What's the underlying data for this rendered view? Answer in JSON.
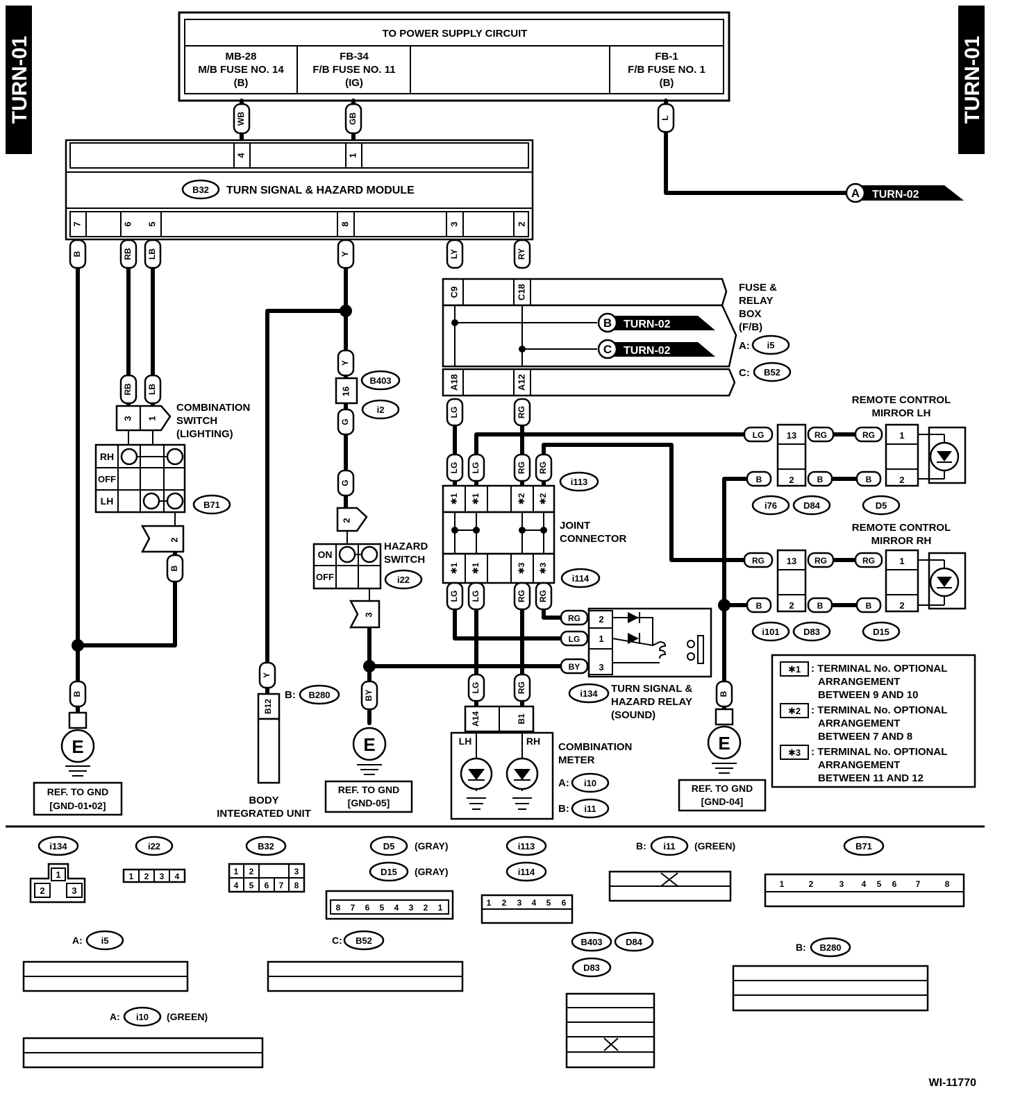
{
  "page_tags": {
    "left": "TURN-01",
    "right": "TURN-01"
  },
  "power_supply": {
    "title": "TO POWER SUPPLY CIRCUIT",
    "fuses": [
      {
        "l1": "MB-28",
        "l2": "M/B FUSE NO. 14",
        "l3": "(B)"
      },
      {
        "l1": "FB-34",
        "l2": "F/B FUSE NO. 11",
        "l3": "(IG)"
      },
      {
        "l1": "FB-1",
        "l2": "F/B FUSE NO. 1",
        "l3": "(B)"
      }
    ]
  },
  "module": {
    "code": "B32",
    "name": "TURN SIGNAL & HAZARD MODULE"
  },
  "refs": {
    "a": "A",
    "b": "B",
    "c": "C",
    "turn02": "TURN-02"
  },
  "fuse_box": {
    "l1": "FUSE &",
    "l2": "RELAY",
    "l3": "BOX",
    "l4": "(F/B)",
    "a": "A:",
    "a_code": "i5",
    "c": "C:",
    "c_code": "B52"
  },
  "comb_switch": {
    "l1": "COMBINATION",
    "l2": "SWITCH",
    "l3": "(LIGHTING)",
    "code": "B71",
    "rh": "RH",
    "off": "OFF",
    "lh": "LH"
  },
  "hazard_switch": {
    "l1": "HAZARD",
    "l2": "SWITCH",
    "code": "i22",
    "on": "ON",
    "off": "OFF"
  },
  "joint": {
    "l1": "JOINT",
    "l2": "CONNECTOR",
    "top_code": "i113",
    "bot_code": "i114"
  },
  "relay": {
    "l1": "TURN SIGNAL &",
    "l2": "HAZARD RELAY",
    "l3": "(SOUND)",
    "code": "i134"
  },
  "meter": {
    "l1": "COMBINATION",
    "l2": "METER",
    "a": "A:",
    "a_code": "i10",
    "b": "B:",
    "b_code": "i11",
    "lh": "LH",
    "rh": "RH"
  },
  "body_unit": {
    "l1": "BODY",
    "l2": "INTEGRATED UNIT",
    "b": "B:",
    "code": "B280"
  },
  "mirror_lh": {
    "l1": "REMOTE CONTROL",
    "l2": "MIRROR LH",
    "codes": [
      "i76",
      "D84",
      "D5"
    ]
  },
  "mirror_rh": {
    "l1": "REMOTE CONTROL",
    "l2": "MIRROR RH",
    "codes": [
      "i101",
      "D83",
      "D15"
    ]
  },
  "connectors": {
    "b403": "B403",
    "i2": "i2"
  },
  "ground": {
    "symbol": "E",
    "g1": {
      "l1": "REF. TO GND",
      "l2": "[GND-01•02]"
    },
    "g2": {
      "l1": "REF. TO GND",
      "l2": "[GND-05]"
    },
    "g3": {
      "l1": "REF. TO GND",
      "l2": "[GND-04]"
    }
  },
  "notes": [
    {
      "key": "✱1",
      "l1": ": TERMINAL No. OPTIONAL",
      "l2": "ARRANGEMENT",
      "l3": "BETWEEN 9 AND 10"
    },
    {
      "key": "✱2",
      "l1": ": TERMINAL No. OPTIONAL",
      "l2": "ARRANGEMENT",
      "l3": "BETWEEN 7 AND 8"
    },
    {
      "key": "✱3",
      "l1": ": TERMINAL No. OPTIONAL",
      "l2": "ARRANGEMENT",
      "l3": "BETWEEN 11 AND 12"
    }
  ],
  "wires": {
    "wb": "WB",
    "gb": "GB",
    "l": "L",
    "b": "B",
    "rb": "RB",
    "lb": "LB",
    "y": "Y",
    "ly": "LY",
    "ry": "RY",
    "lg": "LG",
    "rg": "RG",
    "g": "G",
    "by": "BY"
  },
  "pins": {
    "p1": "1",
    "p2": "2",
    "p3": "3",
    "p4": "4",
    "p5": "5",
    "p6": "6",
    "p7": "7",
    "p8": "8",
    "p13": "13",
    "p16": "16",
    "c9": "C9",
    "c18": "C18",
    "a18": "A18",
    "a12": "A12",
    "a14": "A14",
    "b1": "B1",
    "b12": "B12",
    "s1": "✱1",
    "s2": "✱2",
    "s3": "✱3"
  },
  "legend_connectors": {
    "i134": "i134",
    "i22": "i22",
    "b32": "B32",
    "d5": "D5",
    "d15": "D15",
    "gray": "(GRAY)",
    "green": "(GREEN)",
    "i113": "i113",
    "i114": "i114",
    "b_pref": "B:",
    "i11": "i11",
    "b71": "B71",
    "a_pref": "A:",
    "i5": "i5",
    "c_pref": "C:",
    "b52": "B52",
    "b403": "B403",
    "d84": "D84",
    "d83": "D83",
    "b280": "B280",
    "i10": "i10"
  },
  "figure_id": "WI-11770"
}
